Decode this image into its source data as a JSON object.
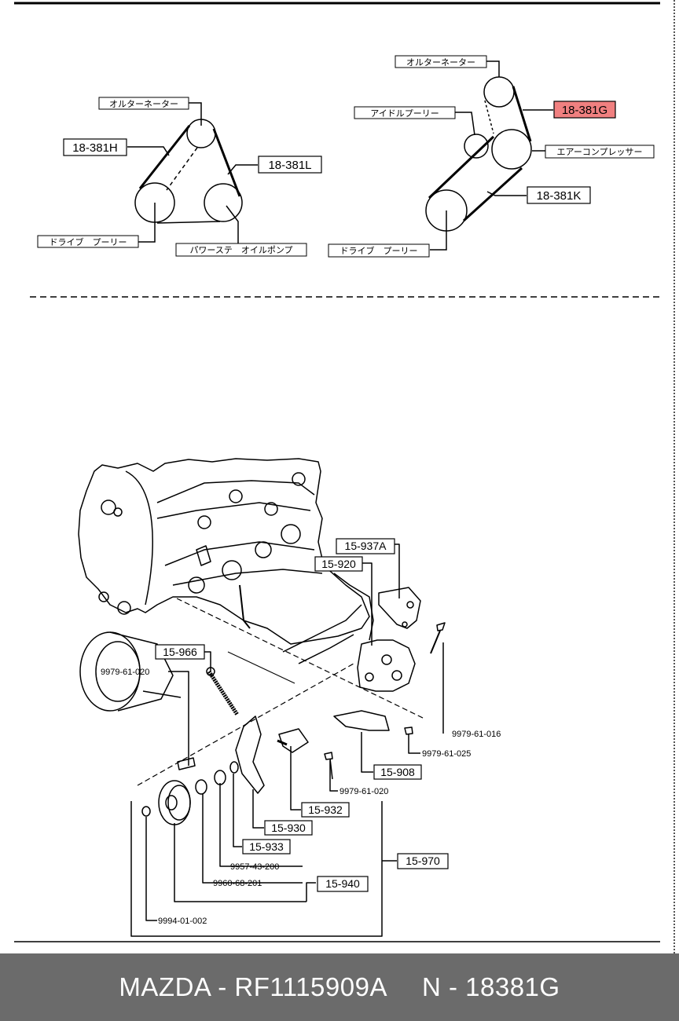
{
  "diagram": {
    "left_belt": {
      "alternator": "オルターネーター",
      "belt_h": "18-381H",
      "belt_l": "18-381L",
      "drive_pulley": "ドライブ　プーリー",
      "ps_pump": "パワーステ　オイルポンプ"
    },
    "right_belt": {
      "alternator": "オルターネーター",
      "idler": "アイドルプーリー",
      "belt_g": "18-381G",
      "compressor": "エアーコンプレッサー",
      "belt_k": "18-381K",
      "drive_pulley": "ドライブ　プーリー"
    },
    "parts": {
      "p15937a": "15-937A",
      "p15920": "15-920",
      "p15966": "15-966",
      "p9979_61_020a": "9979-61-020",
      "p9979_61_016": "9979-61-016",
      "p9979_61_025": "9979-61-025",
      "p15908": "15-908",
      "p9979_61_020b": "9979-61-020",
      "p15932": "15-932",
      "p15930": "15-930",
      "p15933": "15-933",
      "p9957_43_200": "9957-43-200",
      "p15970": "15-970",
      "p9960_68_201": "9960-68-201",
      "p15940": "15-940",
      "p9994_01_002": "9994-01-002"
    },
    "highlight_color": "#f08080"
  },
  "footer": {
    "brand_part": "MAZDA - RF1115909A",
    "ref": "N - 18381G"
  }
}
